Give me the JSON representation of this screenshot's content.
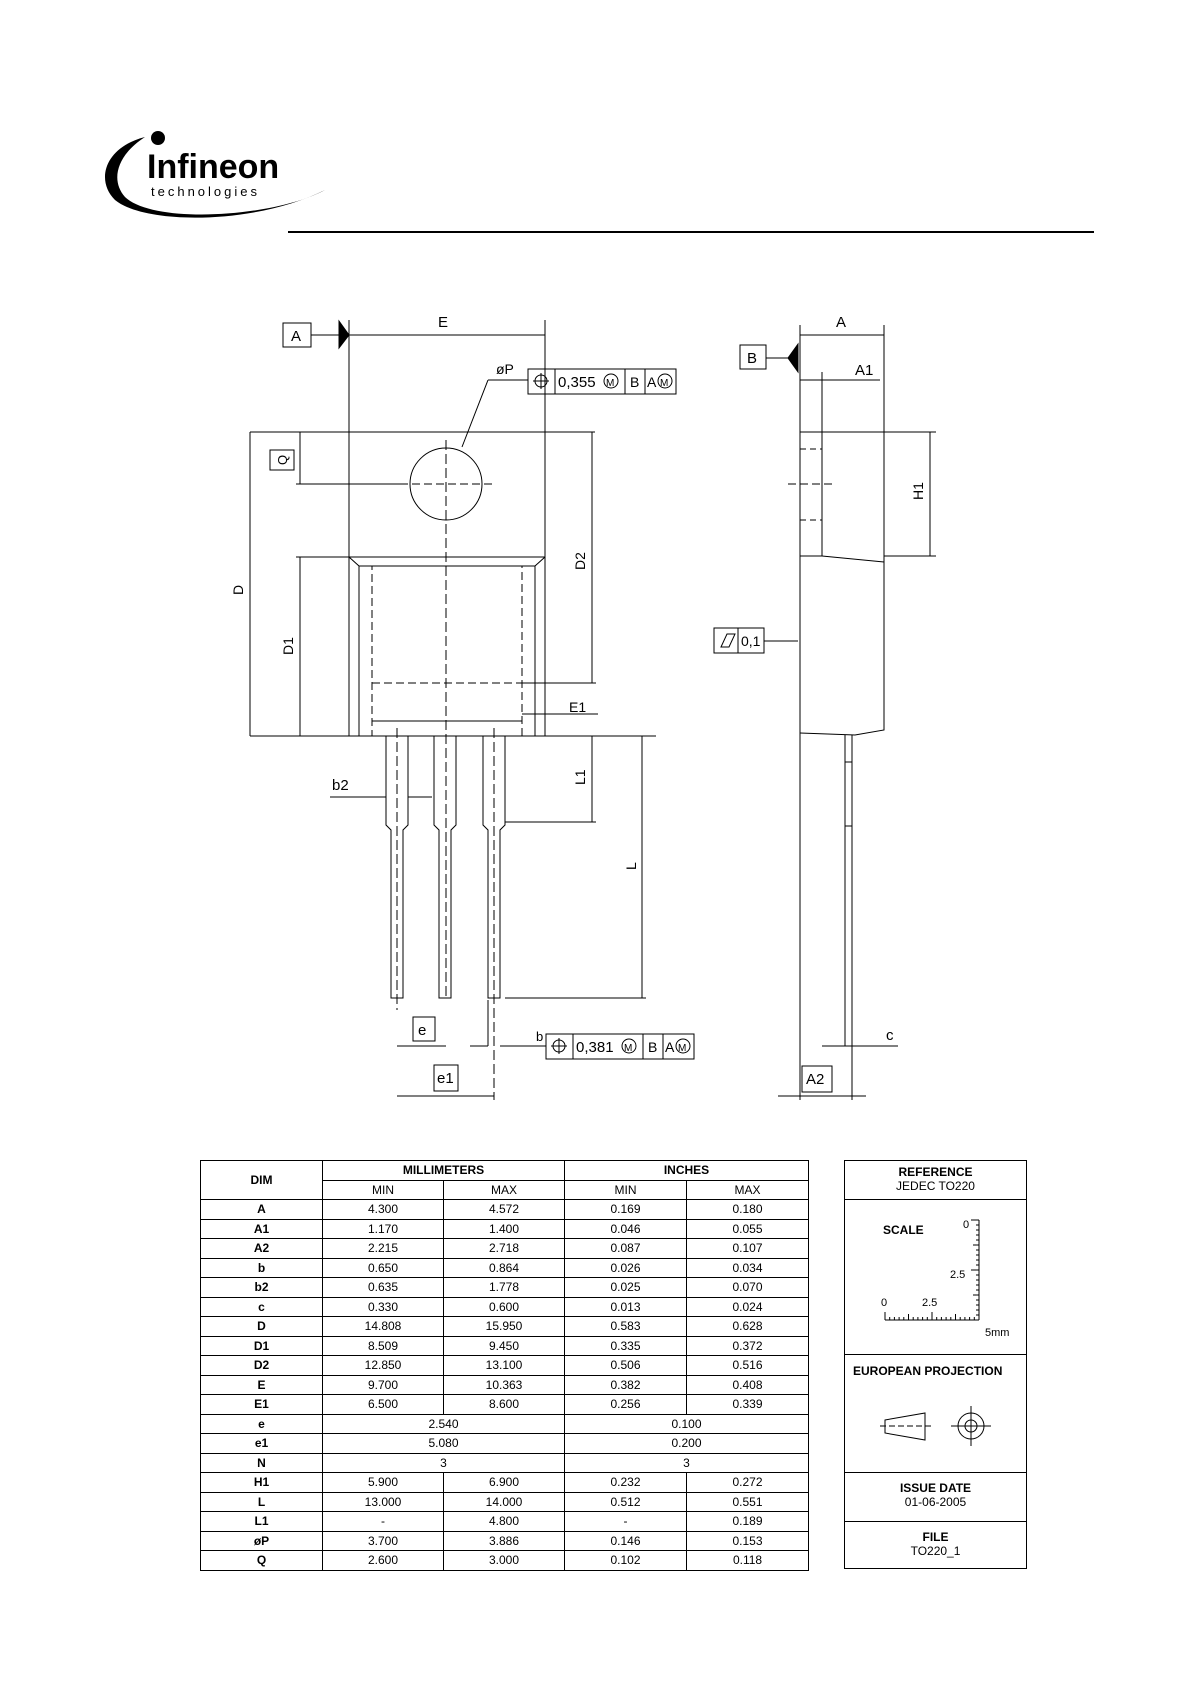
{
  "brand": {
    "name": "Infineon",
    "sub": "technologies"
  },
  "drawing": {
    "front": {
      "datum_a": "A",
      "E": "E",
      "phiP": "øP",
      "tol_top": {
        "value": "0,355",
        "m1": "M",
        "ref1": "B",
        "ref2": "A",
        "m2": "M"
      },
      "Q": "Q",
      "D": "D",
      "D1": "D1",
      "D2": "D2",
      "E1": "E1",
      "b2": "b2",
      "L1": "L1",
      "L": "L",
      "e": "e",
      "e1": "e1",
      "b": "b",
      "tol_bottom": {
        "value": "0,381",
        "m1": "M",
        "ref1": "B",
        "ref2": "A",
        "m2": "M"
      }
    },
    "side": {
      "A": "A",
      "datum_b": "B",
      "A1": "A1",
      "H1": "H1",
      "flat_tol": "0,1",
      "c": "c",
      "A2": "A2"
    }
  },
  "table": {
    "h_dim": "DIM",
    "h_mm": "MILLIMETERS",
    "h_in": "INCHES",
    "h_min": "MIN",
    "h_max": "MAX",
    "rows": [
      {
        "dim": "A",
        "mm_min": "4.300",
        "mm_max": "4.572",
        "in_min": "0.169",
        "in_max": "0.180"
      },
      {
        "dim": "A1",
        "mm_min": "1.170",
        "mm_max": "1.400",
        "in_min": "0.046",
        "in_max": "0.055"
      },
      {
        "dim": "A2",
        "mm_min": "2.215",
        "mm_max": "2.718",
        "in_min": "0.087",
        "in_max": "0.107"
      },
      {
        "dim": "b",
        "mm_min": "0.650",
        "mm_max": "0.864",
        "in_min": "0.026",
        "in_max": "0.034"
      },
      {
        "dim": "b2",
        "mm_min": "0.635",
        "mm_max": "1.778",
        "in_min": "0.025",
        "in_max": "0.070"
      },
      {
        "dim": "c",
        "mm_min": "0.330",
        "mm_max": "0.600",
        "in_min": "0.013",
        "in_max": "0.024"
      },
      {
        "dim": "D",
        "mm_min": "14.808",
        "mm_max": "15.950",
        "in_min": "0.583",
        "in_max": "0.628"
      },
      {
        "dim": "D1",
        "mm_min": "8.509",
        "mm_max": "9.450",
        "in_min": "0.335",
        "in_max": "0.372"
      },
      {
        "dim": "D2",
        "mm_min": "12.850",
        "mm_max": "13.100",
        "in_min": "0.506",
        "in_max": "0.516"
      },
      {
        "dim": "E",
        "mm_min": "9.700",
        "mm_max": "10.363",
        "in_min": "0.382",
        "in_max": "0.408"
      },
      {
        "dim": "E1",
        "mm_min": "6.500",
        "mm_max": "8.600",
        "in_min": "0.256",
        "in_max": "0.339"
      },
      {
        "dim": "e",
        "mm": "2.540",
        "in": "0.100"
      },
      {
        "dim": "e1",
        "mm": "5.080",
        "in": "0.200"
      },
      {
        "dim": "N",
        "mm": "3",
        "in": "3"
      },
      {
        "dim": "H1",
        "mm_min": "5.900",
        "mm_max": "6.900",
        "in_min": "0.232",
        "in_max": "0.272"
      },
      {
        "dim": "L",
        "mm_min": "13.000",
        "mm_max": "14.000",
        "in_min": "0.512",
        "in_max": "0.551"
      },
      {
        "dim": "L1",
        "mm_min": "-",
        "mm_max": "4.800",
        "in_min": "-",
        "in_max": "0.189"
      },
      {
        "dim": "øP",
        "mm_min": "3.700",
        "mm_max": "3.886",
        "in_min": "0.146",
        "in_max": "0.153"
      },
      {
        "dim": "Q",
        "mm_min": "2.600",
        "mm_max": "3.000",
        "in_min": "0.102",
        "in_max": "0.118"
      }
    ]
  },
  "info": {
    "reference_title": "REFERENCE",
    "reference_value": "JEDEC TO220",
    "scale_title": "SCALE",
    "scale_v0": "0",
    "scale_v25": "2.5",
    "scale_h0": "0",
    "scale_h25": "2.5",
    "scale_unit": "5mm",
    "projection_title": "EUROPEAN PROJECTION",
    "issue_title": "ISSUE DATE",
    "issue_value": "01-06-2005",
    "file_title": "FILE",
    "file_value": "TO220_1"
  }
}
